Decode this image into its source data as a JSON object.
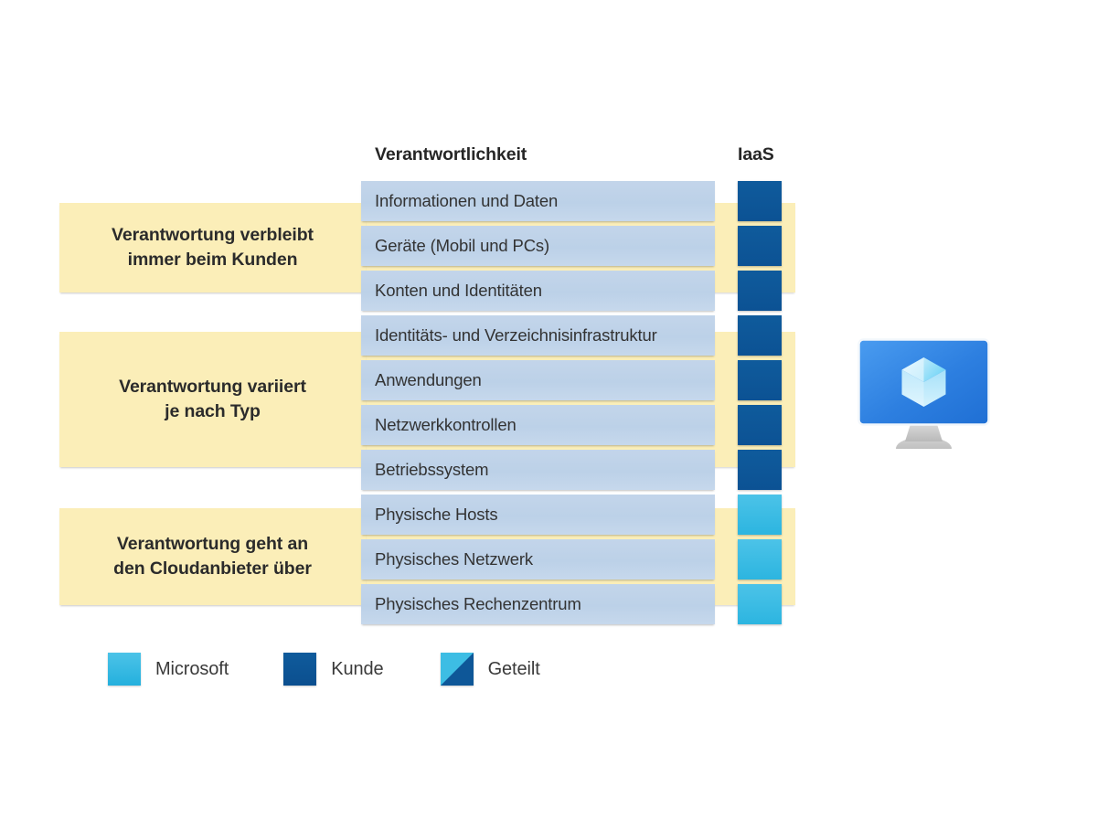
{
  "diagram": {
    "title_columns": {
      "responsibility": "Verantwortlichkeit",
      "service_model": "IaaS"
    },
    "groups": [
      {
        "label": "Verantwortung verbleibt\nimmer beim Kunden"
      },
      {
        "label": "Verantwortung variiert\nje nach Typ"
      },
      {
        "label": "Verantwortung geht an\nden Cloudanbieter über"
      }
    ],
    "rows": [
      {
        "label": "Informationen und Daten",
        "iaas": "customer"
      },
      {
        "label": "Geräte (Mobil und PCs)",
        "iaas": "customer"
      },
      {
        "label": "Konten und Identitäten",
        "iaas": "customer"
      },
      {
        "label": "Identitäts- und Verzeichnisinfrastruktur",
        "iaas": "customer"
      },
      {
        "label": "Anwendungen",
        "iaas": "customer"
      },
      {
        "label": "Netzwerkkontrollen",
        "iaas": "customer"
      },
      {
        "label": "Betriebssystem",
        "iaas": "customer"
      },
      {
        "label": "Physische Hosts",
        "iaas": "microsoft"
      },
      {
        "label": "Physisches Netzwerk",
        "iaas": "microsoft"
      },
      {
        "label": "Physisches Rechenzentrum",
        "iaas": "microsoft"
      }
    ],
    "legend": [
      {
        "key": "microsoft",
        "label": "Microsoft"
      },
      {
        "key": "customer",
        "label": "Kunde"
      },
      {
        "key": "shared",
        "label": "Geteilt"
      }
    ],
    "illustration": {
      "name": "virtual-machine-monitor-icon"
    },
    "colors": {
      "customer": "#0c5294",
      "microsoft": "#2cb5e0",
      "group_band": "#fbeeb8",
      "row_fill": "#bfd3e9",
      "text": "#333333",
      "background": "#ffffff"
    }
  }
}
